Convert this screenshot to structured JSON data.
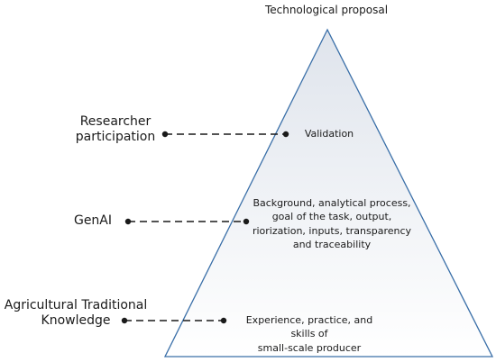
{
  "title": "Technological proposal",
  "colors": {
    "triangle_stroke": "#3a6fa8",
    "triangle_fill_top": "#dfe4ec",
    "triangle_fill_bottom": "#ffffff",
    "connector": "#1a1a1a",
    "text": "#1a1a1a"
  },
  "layers": [
    {
      "left_label": "Researcher\nparticipation",
      "inside_text": "Validation"
    },
    {
      "left_label": "GenAI",
      "inside_text": "Background, analytical process,\ngoal of the task, output,\nriorization, inputs, transparency\nand traceability"
    },
    {
      "left_label": "Agricultural Traditional\nKnowledge",
      "inside_text": "Experience, practice, and skills of\nsmall-scale producer"
    }
  ]
}
